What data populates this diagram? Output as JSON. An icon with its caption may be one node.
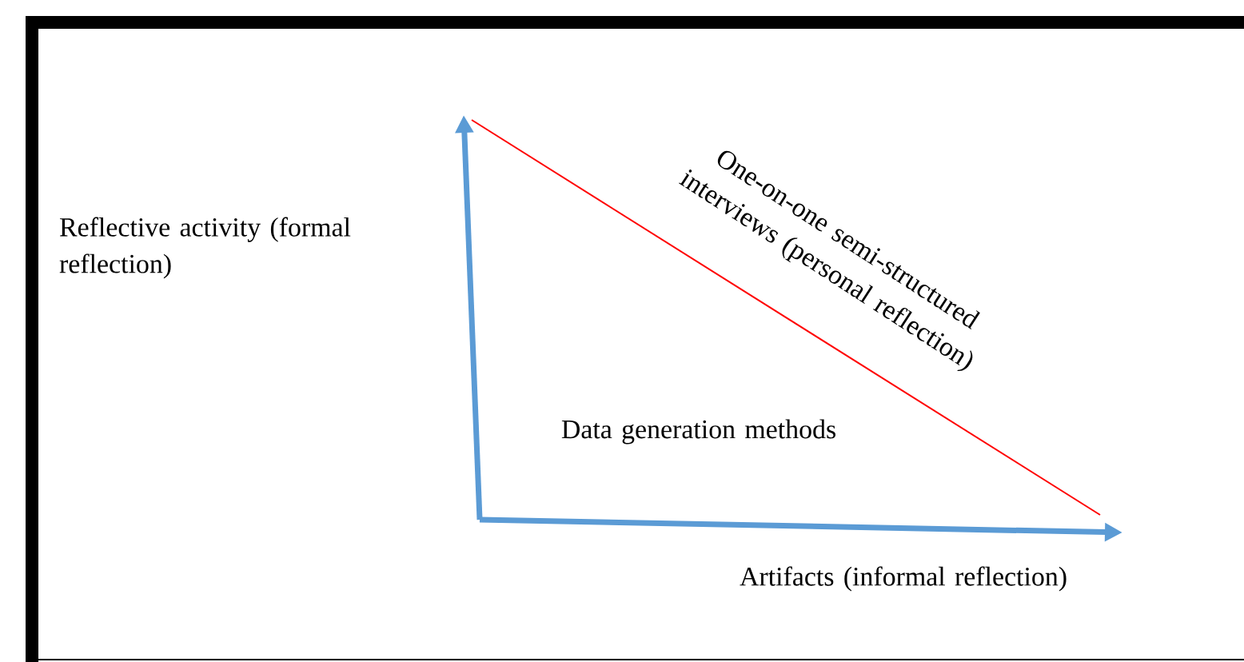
{
  "diagram": {
    "labels": [
      "Reflective activity (formal reflection)",
      "One-on-one semi-structured interviews (personal reflection)",
      "Data generation methods",
      "Artifacts (informal reflection)"
    ]
  }
}
